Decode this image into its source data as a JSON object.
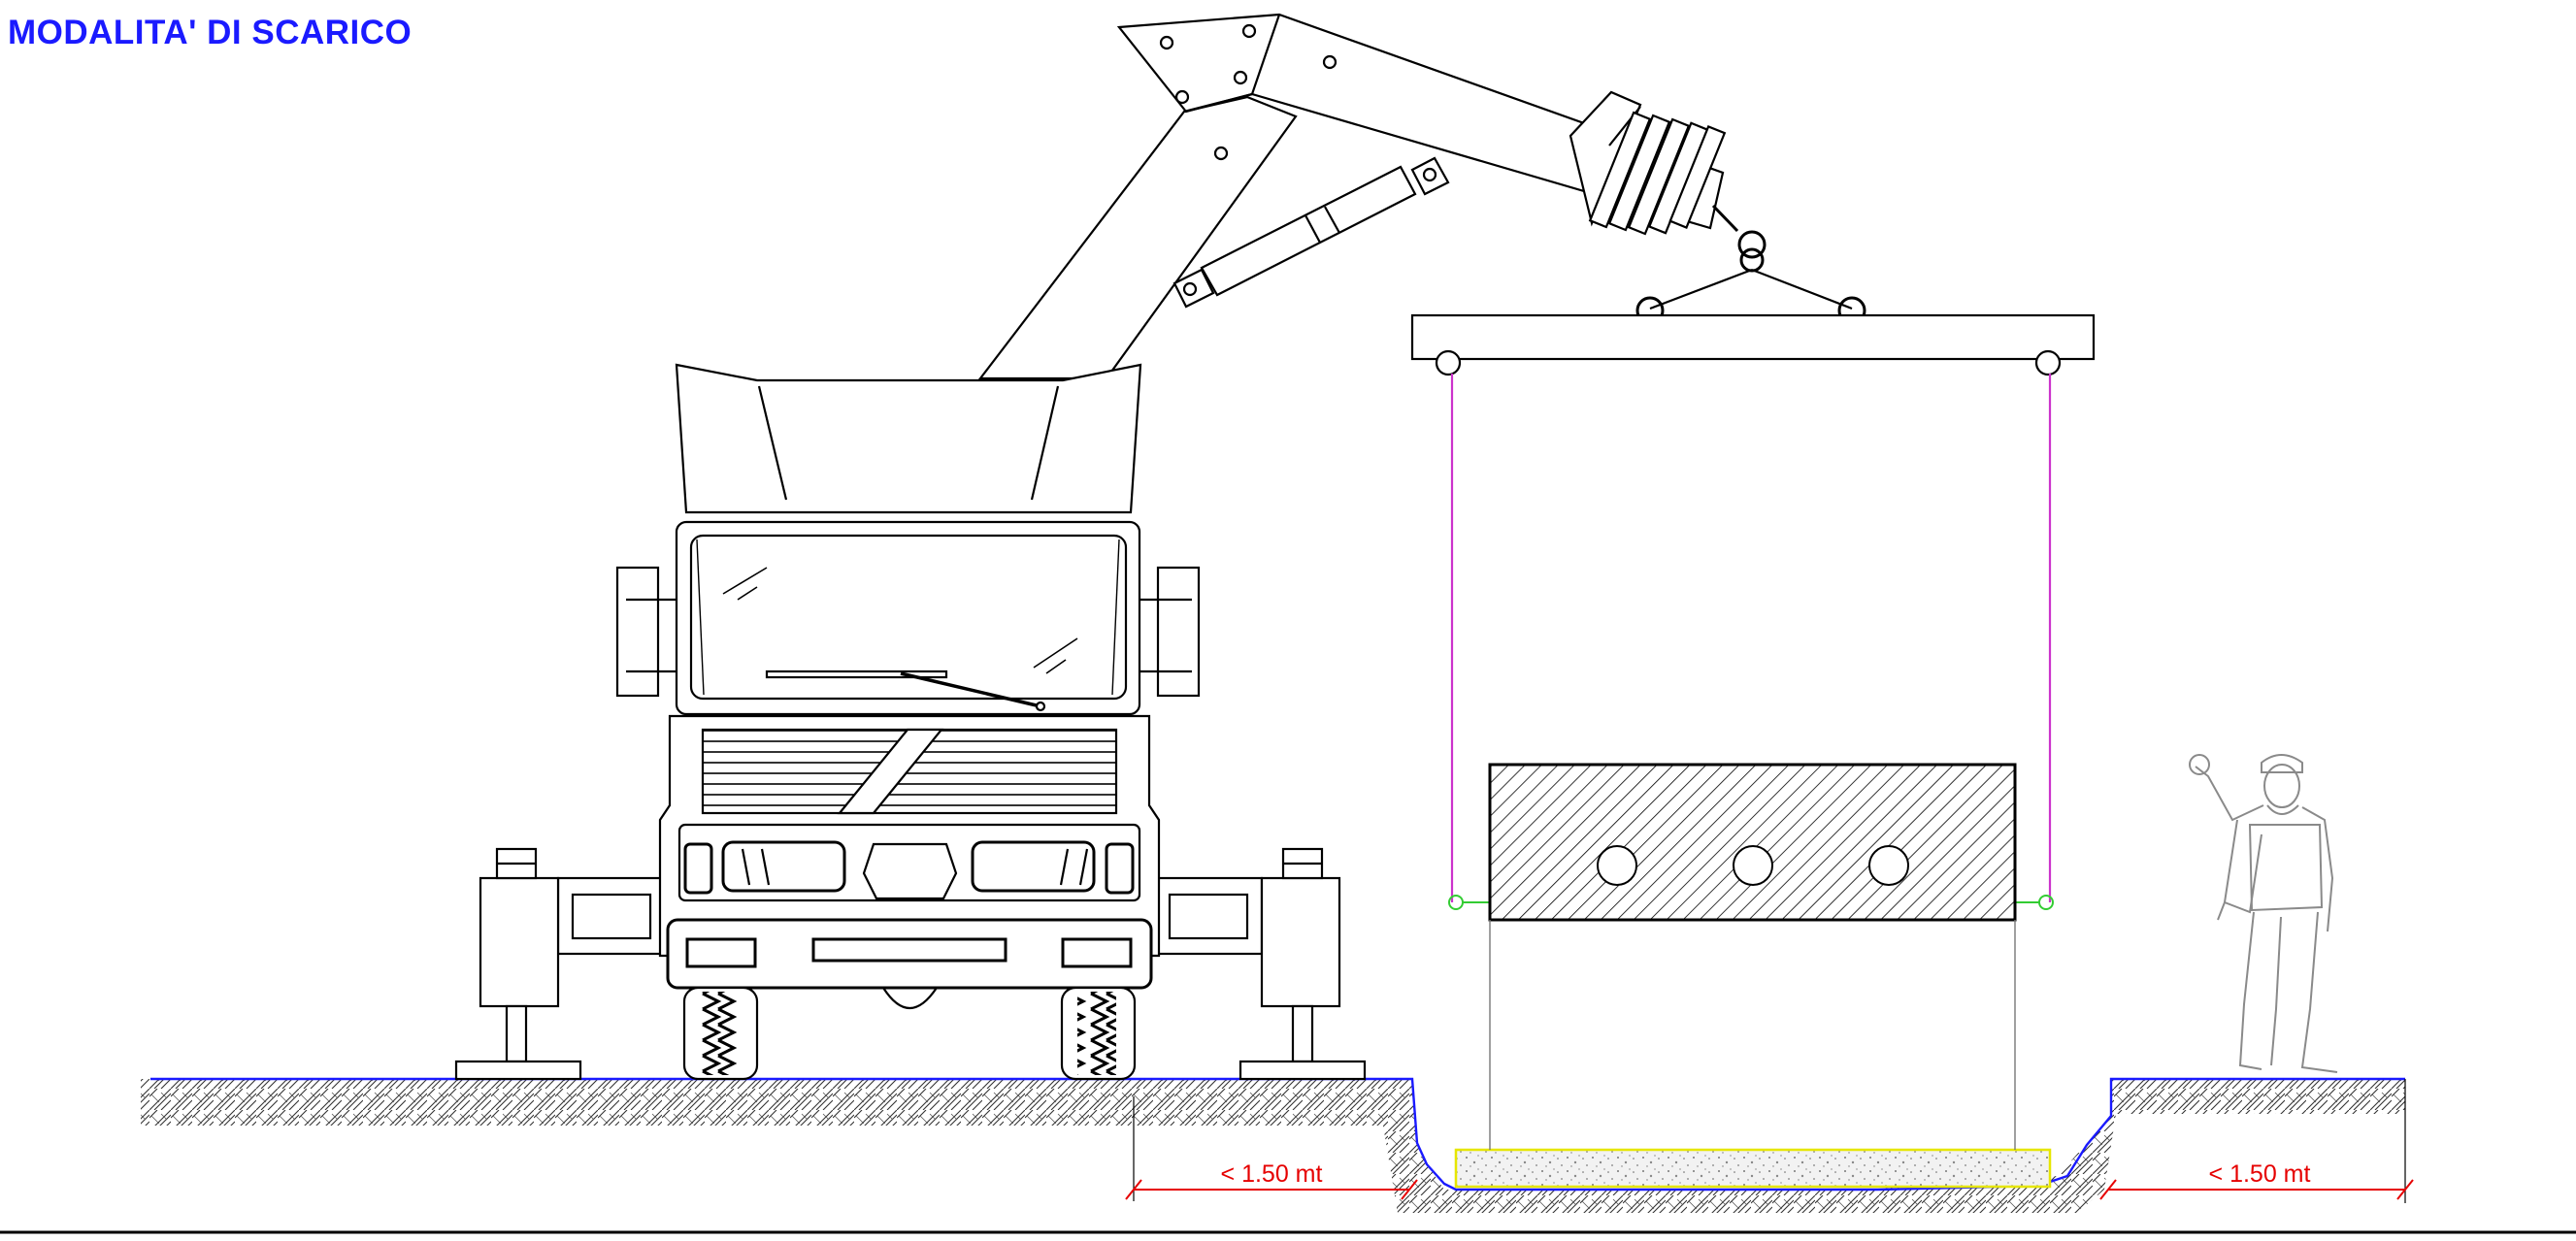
{
  "title": "MODALITA' DI SCARICO",
  "dimensions": {
    "left_label": "< 1.50 mt",
    "right_label": "< 1.50 mt"
  },
  "colors": {
    "title": "#1a1aff",
    "line": "#000000",
    "ground": "#1a1aff",
    "dimension": "#e60000",
    "sling": "#cc33cc",
    "hook_ring": "#33cc33",
    "gravel_border": "#e6e600",
    "person": "#8a8a8a"
  }
}
